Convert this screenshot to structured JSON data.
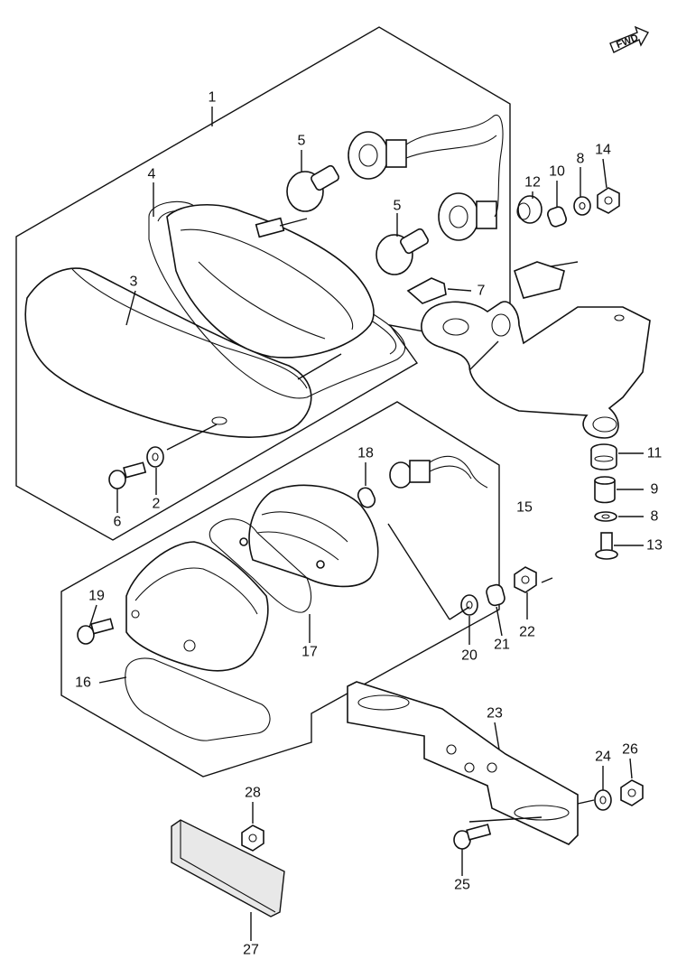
{
  "fwd_badge": "FWD",
  "callouts": {
    "c1": "1",
    "c2": "2",
    "c3": "3",
    "c4": "4",
    "c5a": "5",
    "c5b": "5",
    "c6": "6",
    "c7": "7",
    "c8a": "8",
    "c8b": "8",
    "c9": "9",
    "c10": "10",
    "c11": "11",
    "c12": "12",
    "c13": "13",
    "c14": "14",
    "c15": "15",
    "c16": "16",
    "c17": "17",
    "c18": "18",
    "c19": "19",
    "c20": "20",
    "c21": "21",
    "c22": "22",
    "c23": "23",
    "c24": "24",
    "c25": "25",
    "c26": "26",
    "c27": "27",
    "c28": "28"
  }
}
